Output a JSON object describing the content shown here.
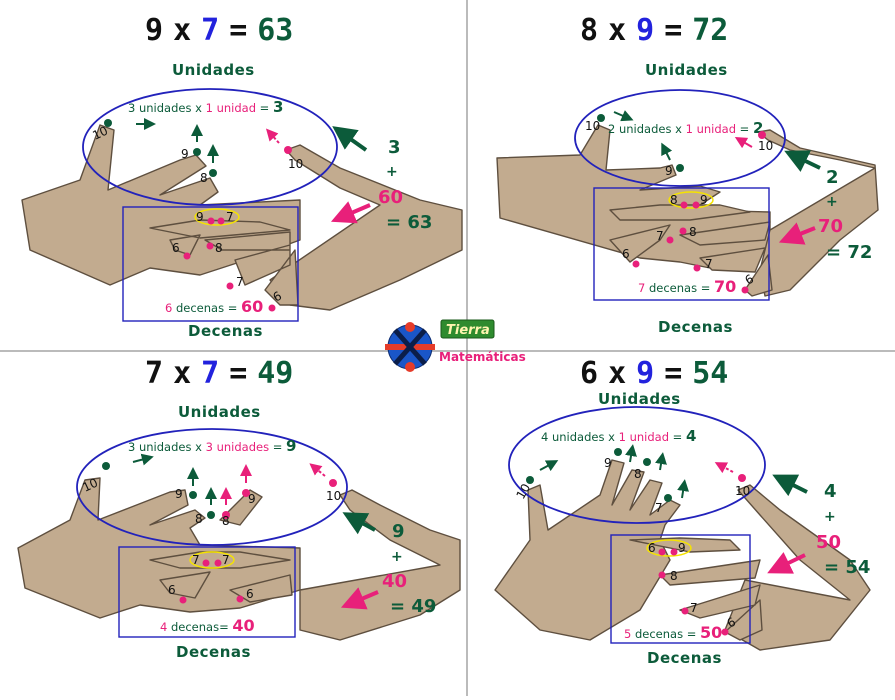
{
  "panels": [
    {
      "eq": {
        "a": "9",
        "b": "7",
        "x": "x",
        "eqs": "=",
        "r": "63"
      },
      "unidades": "Unidades",
      "decenas": "Decenas",
      "formula": {
        "n1": "3",
        "t1": " unidades x ",
        "n2": "1",
        "t2": " unidad",
        "t3": " = ",
        "res": "3"
      },
      "dformula": {
        "n": "6",
        "t": " decenas = ",
        "res": "60"
      },
      "side": {
        "u": "3",
        "plus": "+",
        "d": "60",
        "total": "= 63"
      },
      "fingers": {
        "f10a": "10",
        "f9a": "9",
        "f8a": "8",
        "f10b": "10",
        "f6a": "6",
        "f8b": "8",
        "f7a": "7",
        "f6b": "6",
        "j1": "9",
        "j2": "7"
      }
    },
    {
      "eq": {
        "a": "8",
        "b": "9",
        "x": "x",
        "eqs": "=",
        "r": "72"
      },
      "unidades": "Unidades",
      "decenas": "Decenas",
      "formula": {
        "n1": "2",
        "t1": " unidades x ",
        "n2": "1",
        "t2": " unidad",
        "t3": " = ",
        "res": "2"
      },
      "dformula": {
        "n": "7",
        "t": " decenas = ",
        "res": "70"
      },
      "side": {
        "u": "2",
        "plus": "+",
        "d": "70",
        "total": "= 72"
      },
      "fingers": {
        "f10a": "10",
        "f9a": "9",
        "f10b": "10",
        "f6a": "6",
        "f7a": "7",
        "f8a": "8",
        "f7b": "7",
        "f6b": "6",
        "j1": "8",
        "j2": "9"
      }
    },
    {
      "eq": {
        "a": "7",
        "b": "7",
        "x": "x",
        "eqs": "=",
        "r": "49"
      },
      "unidades": "Unidades",
      "decenas": "Decenas",
      "formula": {
        "n1": "3",
        "t1": " unidades x ",
        "n2": "3",
        "t2": " unidades",
        "t3": " = ",
        "res": "9"
      },
      "dformula": {
        "n": "4",
        "t": " decenas= ",
        "res": "40"
      },
      "side": {
        "u": "9",
        "plus": "+",
        "d": "40",
        "total": "= 49"
      },
      "fingers": {
        "f10a": "10",
        "f9a": "9",
        "f8a": "8",
        "f8b": "8",
        "f9b": "9",
        "f10b": "10",
        "f6a": "6",
        "f6b": "6",
        "j1": "7",
        "j2": "7"
      }
    },
    {
      "eq": {
        "a": "6",
        "b": "9",
        "x": "x",
        "eqs": "=",
        "r": "54"
      },
      "unidades": "Unidades",
      "decenas": "Decenas",
      "formula": {
        "n1": "4",
        "t1": " unidades x ",
        "n2": "1",
        "t2": " unidad",
        "t3": " = ",
        "res": "4"
      },
      "dformula": {
        "n": "5",
        "t": " decenas = ",
        "res": "50"
      },
      "side": {
        "u": "4",
        "plus": "+",
        "d": "50",
        "total": "= 54"
      },
      "fingers": {
        "f10a": "10",
        "f9a": "9",
        "f8a": "8",
        "f7a": "7",
        "f10b": "10",
        "f8b": "8",
        "f7b": "7",
        "f6b": "6",
        "j1": "6",
        "j2": "9"
      }
    }
  ],
  "logo": {
    "line1": "Tierra",
    "line2": "Matemáticas"
  },
  "colors": {
    "unit": "#0c5b3a",
    "ten": "#e8207a",
    "factor": "#2222dd",
    "hand": "#c2ab8f",
    "oval": "#2222bb",
    "junction": "#f5e300"
  }
}
